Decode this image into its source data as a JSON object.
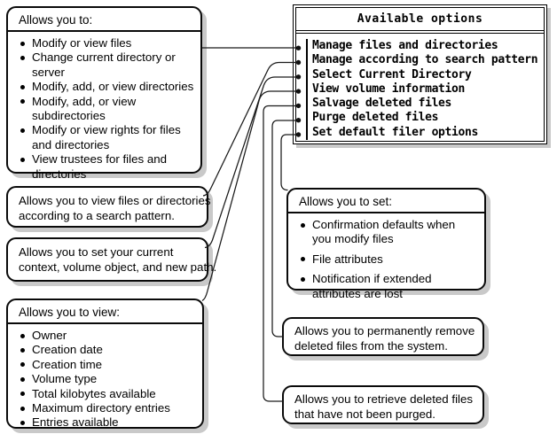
{
  "menu": {
    "title": "Available options",
    "items": [
      "Manage files and directories",
      "Manage according to search pattern",
      "Select Current Directory",
      "View volume information",
      "Salvage deleted files",
      "Purge deleted files",
      "Set default filer options"
    ]
  },
  "callout_manage": {
    "header": "Allows you to:",
    "lines": [
      "Modify or view files",
      "Change current directory or",
      "server",
      "Modify, add, or view directories",
      "Modify, add, or view",
      "subdirectories",
      "Modify or view rights for files",
      "and directories",
      "View trustees for files and",
      "directories"
    ]
  },
  "callout_search": {
    "lines": [
      "Allows you to view files or directories",
      "according to a search pattern."
    ]
  },
  "callout_context": {
    "lines": [
      "Allows you to set your current",
      "context, volume object, and new path."
    ]
  },
  "callout_view": {
    "header": "Allows you to view:",
    "lines": [
      "Owner",
      "Creation date",
      "Creation time",
      "Volume type",
      "Total kilobytes available",
      "Maximum directory entries",
      "Entries available"
    ]
  },
  "callout_set": {
    "header": "Allows you to set:",
    "lines": [
      "Confirmation defaults when",
      "you modify files",
      "File attributes",
      "Notification if extended",
      "attributes are lost"
    ]
  },
  "callout_purge": {
    "lines": [
      "Allows you to permanently remove",
      "deleted files from the system."
    ]
  },
  "callout_salvage": {
    "lines": [
      "Allows you to retrieve deleted files",
      "that have not been purged."
    ]
  },
  "colors": {
    "line": "#1a1a1a",
    "border": "#0a0a0a",
    "shadow": "#c9c9c9",
    "background": "#ffffff",
    "text": "#000000"
  }
}
